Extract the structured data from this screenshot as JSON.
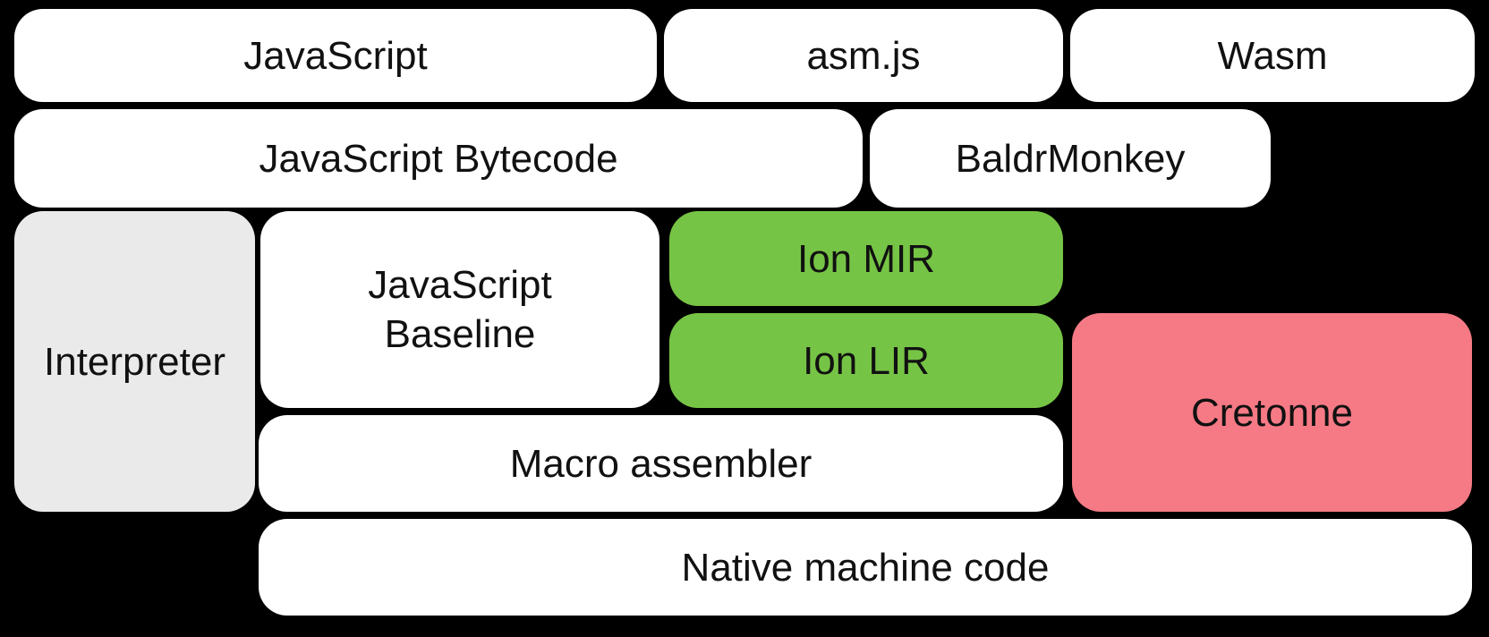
{
  "diagram": {
    "title": "SpiderMonkey compilation pipeline diagram",
    "background_color": "#000000",
    "colors": {
      "box_default": "#ffffff",
      "interpreter_gray": "#eaeaea",
      "ion_green": "#76c445",
      "cretonne_pink": "#f57a85",
      "text": "#111111"
    },
    "boxes": [
      {
        "id": "javascript",
        "label": "JavaScript",
        "fill": "#ffffff"
      },
      {
        "id": "asmjs",
        "label": "asm.js",
        "fill": "#ffffff"
      },
      {
        "id": "wasm",
        "label": "Wasm",
        "fill": "#ffffff"
      },
      {
        "id": "js-bytecode",
        "label": "JavaScript Bytecode",
        "fill": "#ffffff"
      },
      {
        "id": "baldrmonkey",
        "label": "BaldrMonkey",
        "fill": "#ffffff"
      },
      {
        "id": "interpreter",
        "label": "Interpreter",
        "fill": "#eaeaea"
      },
      {
        "id": "js-baseline",
        "label": "JavaScript Baseline",
        "fill": "#ffffff"
      },
      {
        "id": "ion-mir",
        "label": "Ion MIR",
        "fill": "#76c445"
      },
      {
        "id": "ion-lir",
        "label": "Ion LIR",
        "fill": "#76c445"
      },
      {
        "id": "cretonne",
        "label": "Cretonne",
        "fill": "#f57a85"
      },
      {
        "id": "macro-assembler",
        "label": "Macro assembler",
        "fill": "#ffffff"
      },
      {
        "id": "native-code",
        "label": "Native machine code",
        "fill": "#ffffff"
      }
    ]
  }
}
